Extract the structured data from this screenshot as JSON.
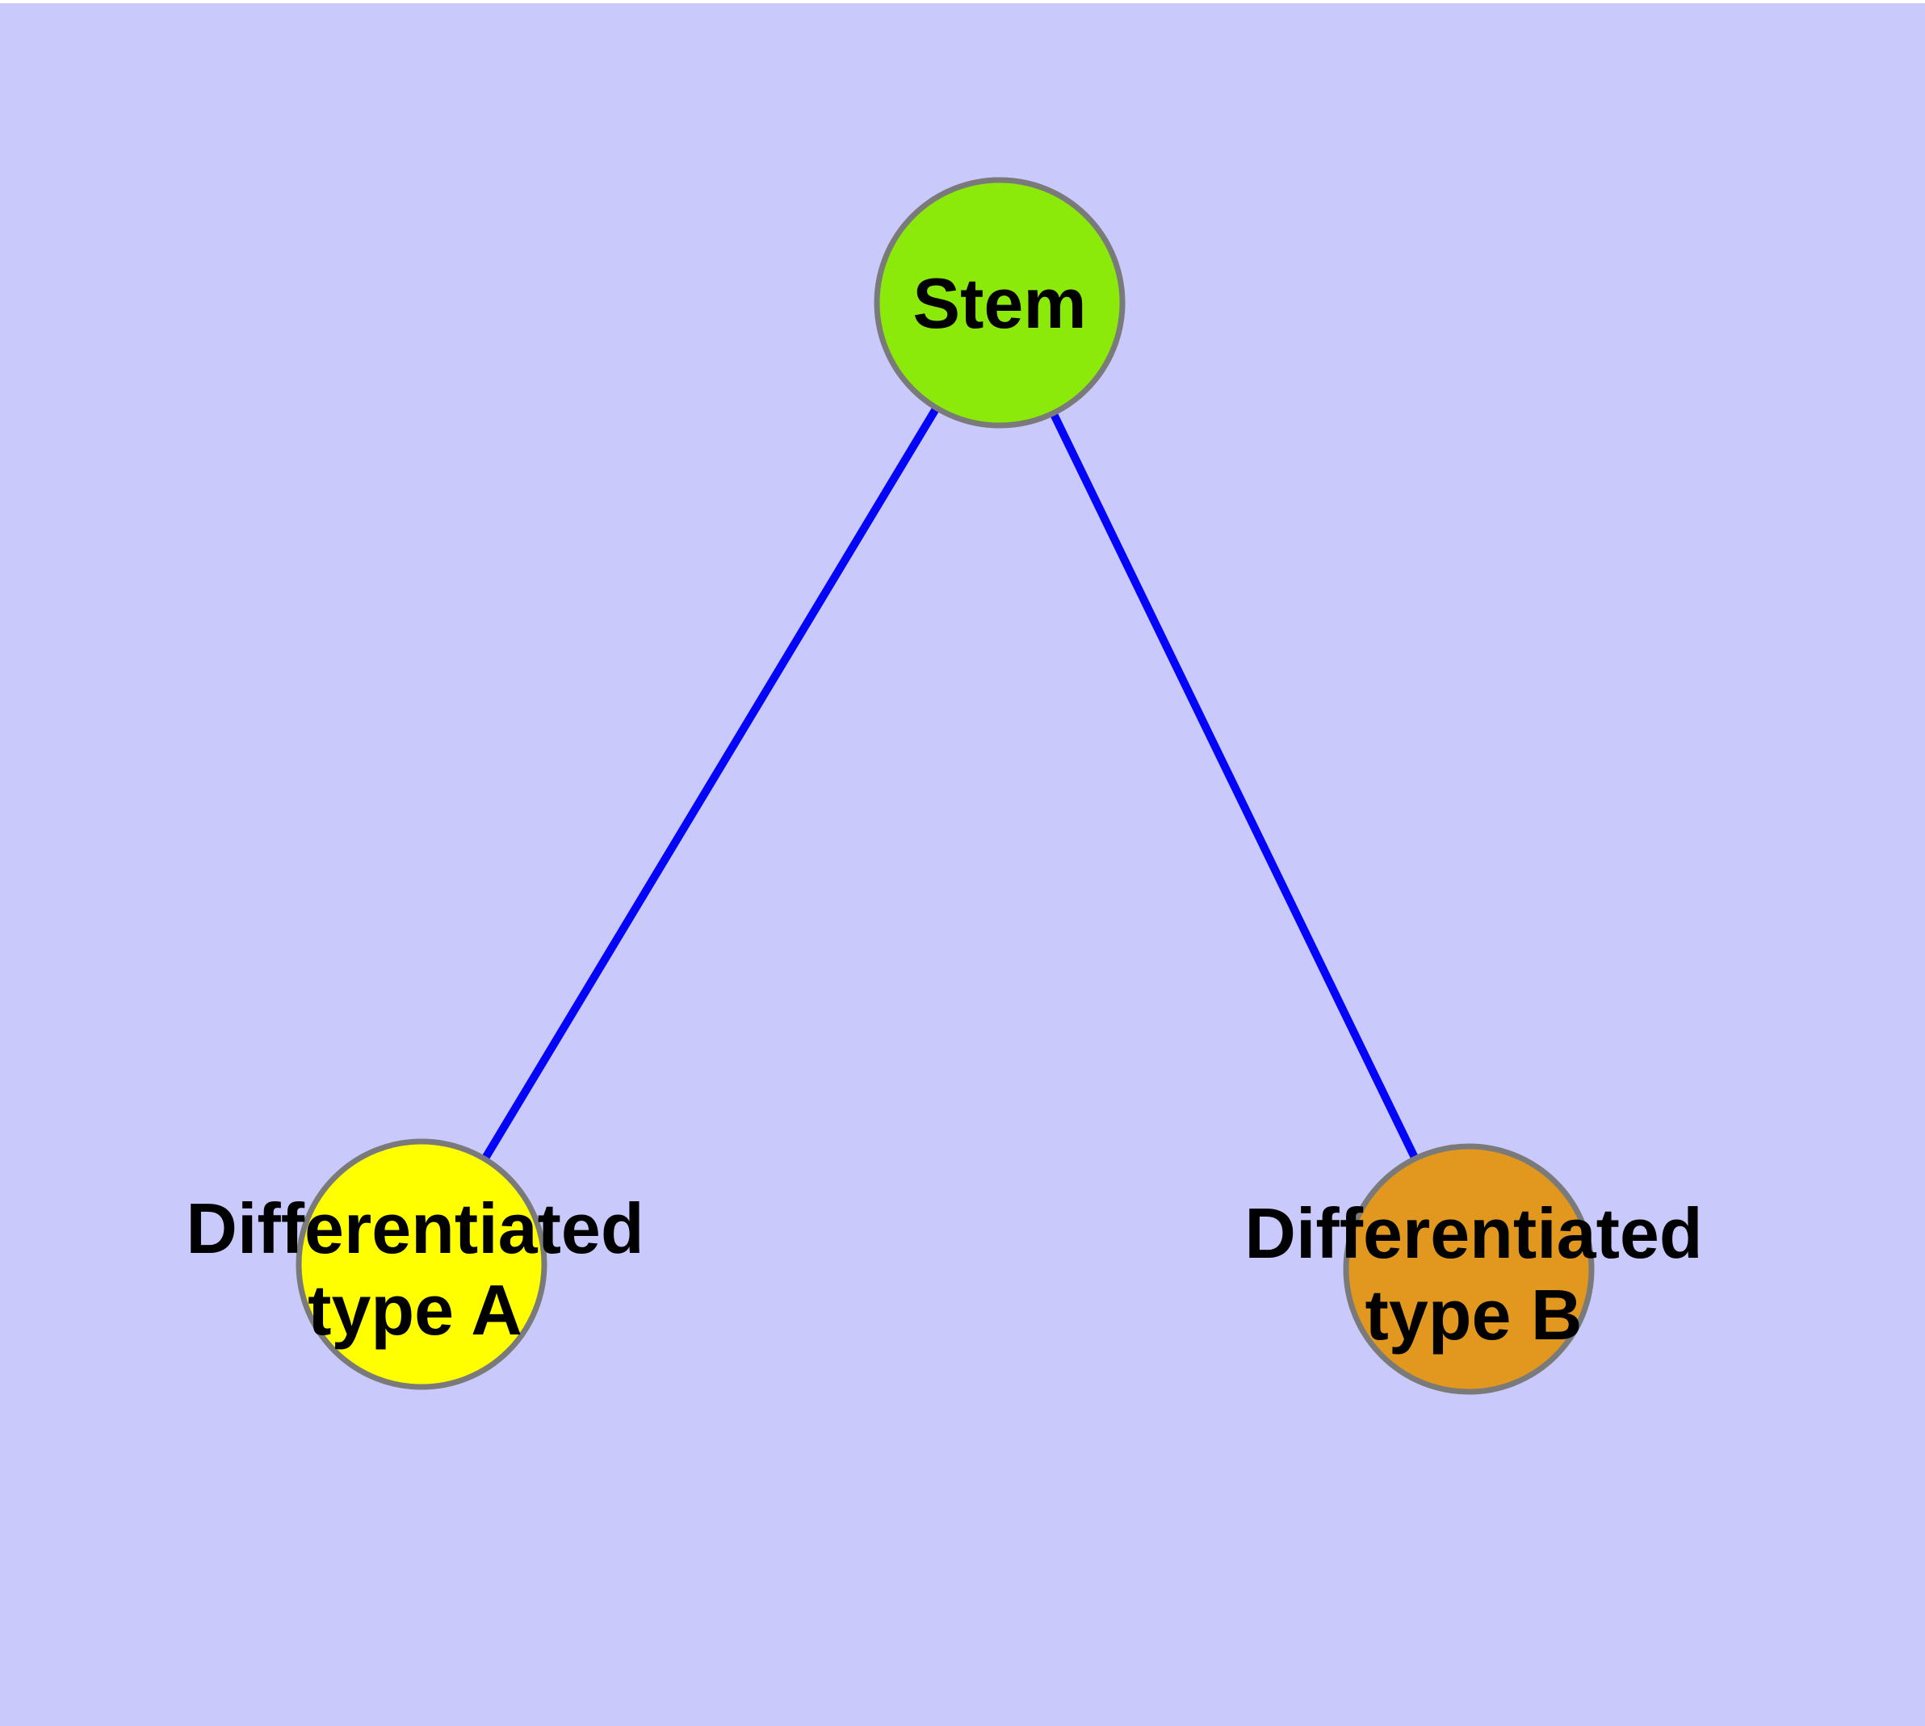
{
  "diagram": {
    "description": "Cell differentiation graph: a stem node connected to two differentiated cell type nodes",
    "background_color": "#c9c9fb",
    "top_margin_color": "#ffffff",
    "edge_color": "#0404f8",
    "node_border_color": "#7a7a7a",
    "label_color": "#000000",
    "nodes": {
      "stem": {
        "label": "Stem",
        "fill": "#8cea0a"
      },
      "type_a": {
        "label": "Differentiated type A",
        "line1": "Differentiated",
        "line2": "type A",
        "fill": "#ffff00"
      },
      "type_b": {
        "label": "Differentiated type B",
        "line1": "Differentiated",
        "line2": "type B",
        "fill": "#e2981e"
      }
    },
    "edges": [
      {
        "from": "Stem",
        "to": "Differentiated type A"
      },
      {
        "from": "Stem",
        "to": "Differentiated type B"
      }
    ]
  }
}
